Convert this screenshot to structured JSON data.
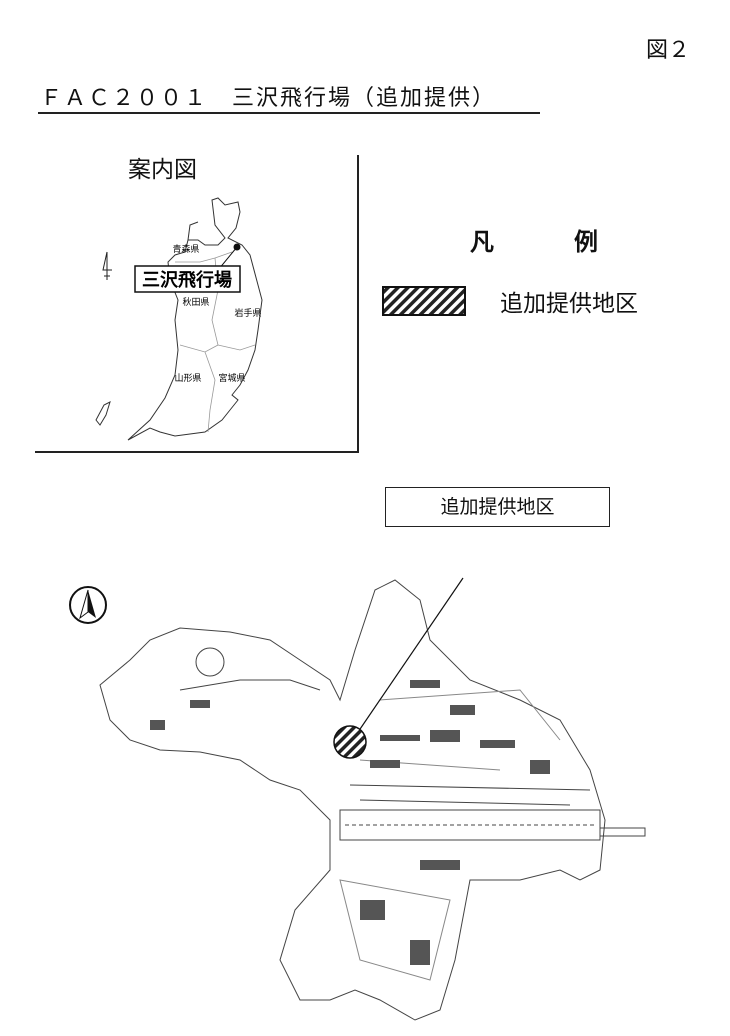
{
  "figure_number": "図２",
  "title": "ＦＡＣ２００１　三沢飛行場（追加提供）",
  "inset_map": {
    "title": "案内図",
    "airfield_label": "三沢飛行場",
    "prefectures": [
      "青森県",
      "秋田県",
      "岩手県",
      "山形県",
      "宮城県"
    ]
  },
  "legend": {
    "title": "凡　例",
    "items": [
      {
        "label": "追加提供地区"
      }
    ]
  },
  "callout_label": "追加提供地区"
}
